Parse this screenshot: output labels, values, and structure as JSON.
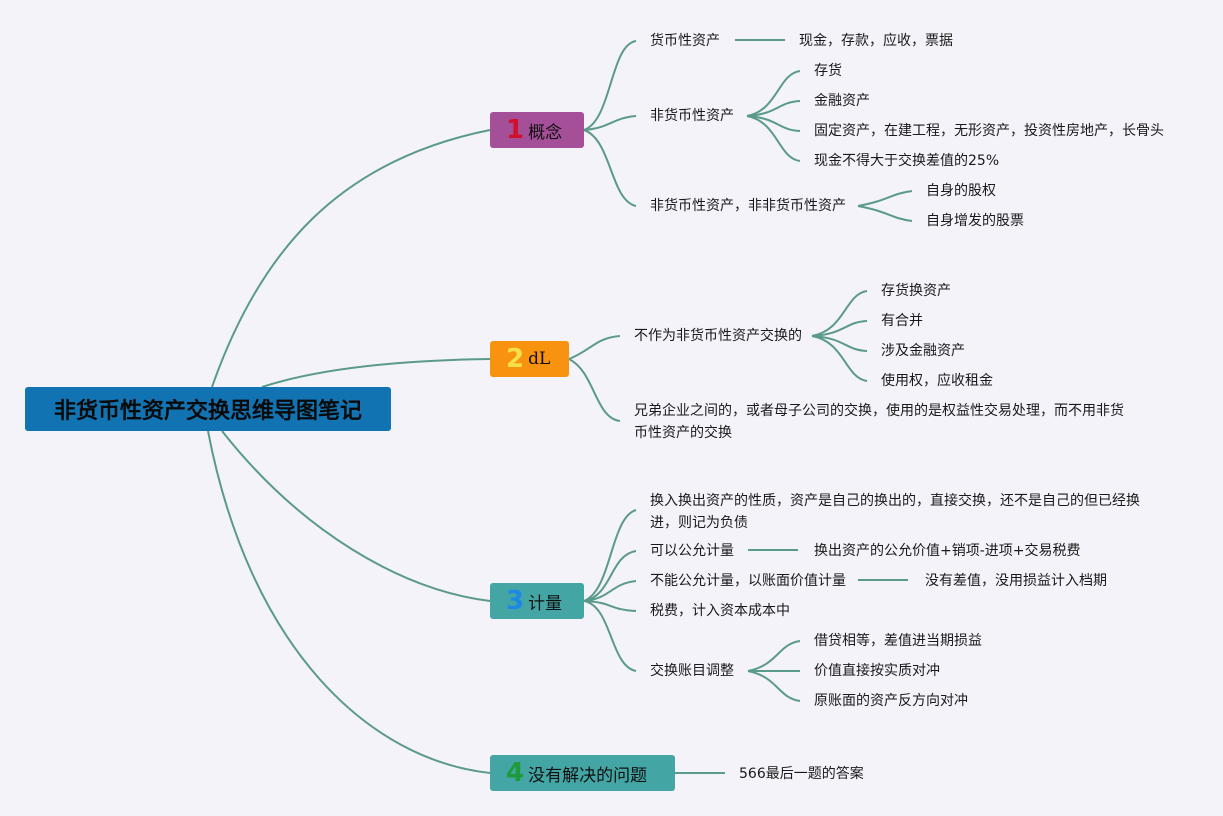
{
  "root": {
    "title": "非货币性资产交换思维导图笔记",
    "color": "#1273b3"
  },
  "branches": [
    {
      "number": "1",
      "label": "概念",
      "box_color": "#a54f99",
      "number_color": "#d0112b",
      "children": [
        {
          "label": "货币性资产",
          "children": [
            "现金，存款，应收，票据"
          ]
        },
        {
          "label": "非货币性资产",
          "children": [
            "存货",
            "金融资产",
            "固定资产，在建工程，无形资产，投资性房地产，长骨头",
            "现金不得大于交换差值的25%"
          ]
        },
        {
          "label": "非货币性资产，非非货币性资产",
          "children": [
            "自身的股权",
            "自身增发的股票"
          ]
        }
      ]
    },
    {
      "number": "2",
      "label": "dL",
      "box_color": "#f7930f",
      "number_color": "#f6e04a",
      "children": [
        {
          "label": "不作为非货币性资产交换的",
          "children": [
            "存货换资产",
            "有合并",
            "涉及金融资产",
            "使用权，应收租金"
          ]
        },
        {
          "label": "兄弟企业之间的，或者母子公司的交换，使用的是权益性交易处理，而不用非货币性资产的交换",
          "children": []
        }
      ]
    },
    {
      "number": "3",
      "label": "计量",
      "box_color": "#44a5a5",
      "number_color": "#1e88e5",
      "children": [
        {
          "label": "换入换出资产的性质，资产是自己的换出的，直接交换，还不是自己的但已经换进，则记为负债",
          "children": []
        },
        {
          "label": "可以公允计量",
          "children": [
            "换出资产的公允价值+销项-进项+交易税费"
          ]
        },
        {
          "label": "不能公允计量，以账面价值计量",
          "children": [
            "没有差值，没用损益计入档期"
          ]
        },
        {
          "label": "税费，计入资本成本中",
          "children": []
        },
        {
          "label": "交换账目调整",
          "children": [
            "借贷相等，差值进当期损益",
            "价值直接按实质对冲",
            "原账面的资产反方向对冲"
          ]
        }
      ]
    },
    {
      "number": "4",
      "label": "没有解决的问题",
      "box_color": "#44a5a5",
      "number_color": "#1d9a3a",
      "children": [
        {
          "label": "566最后一题的答案",
          "children": []
        }
      ]
    }
  ],
  "link_color": "#5b9a8b"
}
